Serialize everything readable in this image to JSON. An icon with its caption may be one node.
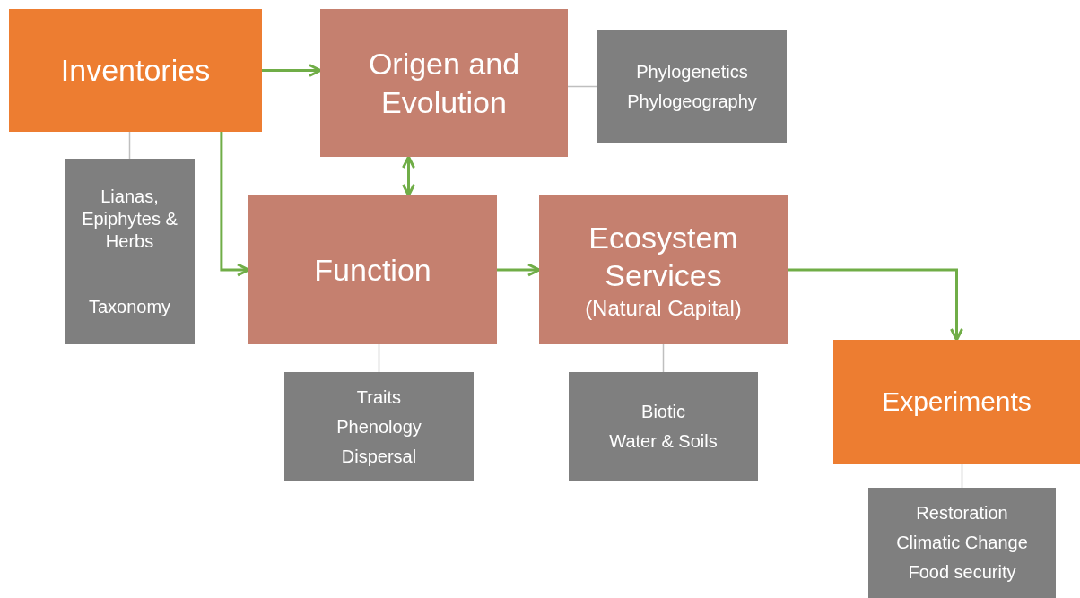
{
  "diagram": {
    "nodes": [
      {
        "text": [
          "Inventories"
        ]
      },
      {
        "text": [
          "Origen and Evolution"
        ]
      },
      {
        "text": [
          "Phylogenetics",
          "Phylogeography"
        ]
      },
      {
        "text": [
          "Lianas, Epiphytes & Herbs",
          "Taxonomy"
        ]
      },
      {
        "text": [
          "Function"
        ]
      },
      {
        "text": [
          "Ecosystem Services",
          "(Natural Capital)"
        ]
      },
      {
        "text": [
          "Traits",
          "Phenology",
          "Dispersal"
        ]
      },
      {
        "text": [
          "Biotic",
          "Water & Soils"
        ]
      },
      {
        "text": [
          "Experiments"
        ]
      },
      {
        "text": [
          "Restoration",
          "Climatic Change",
          "Food security"
        ]
      }
    ],
    "edges": [
      {
        "from": 0,
        "to": 1,
        "arrow": "to",
        "color": "#70ad47"
      },
      {
        "from": 0,
        "to": 4,
        "arrow": "to",
        "color": "#70ad47"
      },
      {
        "from": 1,
        "to": 4,
        "arrow": "both",
        "color": "#70ad47"
      },
      {
        "from": 4,
        "to": 5,
        "arrow": "to",
        "color": "#70ad47"
      },
      {
        "from": 5,
        "to": 8,
        "arrow": "to",
        "color": "#70ad47"
      },
      {
        "from": 1,
        "to": 2,
        "arrow": "none",
        "color": "#bfbfbf"
      },
      {
        "from": 0,
        "to": 3,
        "arrow": "none",
        "color": "#bfbfbf"
      },
      {
        "from": 4,
        "to": 6,
        "arrow": "none",
        "color": "#bfbfbf"
      },
      {
        "from": 5,
        "to": 7,
        "arrow": "none",
        "color": "#bfbfbf"
      },
      {
        "from": 8,
        "to": 9,
        "arrow": "none",
        "color": "#bfbfbf"
      }
    ]
  }
}
